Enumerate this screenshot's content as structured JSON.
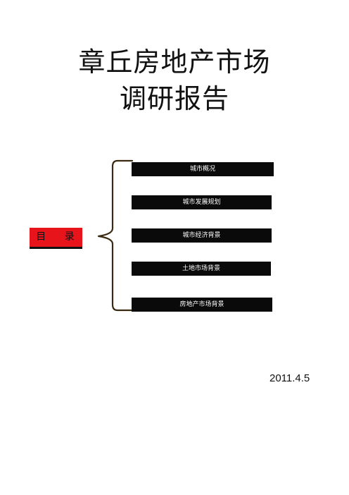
{
  "title": {
    "line1": "章丘房地产市场",
    "line2": "调研报告"
  },
  "toc": {
    "label": "目 录",
    "label_color": "#e8141c",
    "items": [
      "城市概况",
      "城市发展规划",
      "城市经济背景",
      "土地市场背景",
      "房地产市场背景"
    ]
  },
  "date": "2011.4.5"
}
